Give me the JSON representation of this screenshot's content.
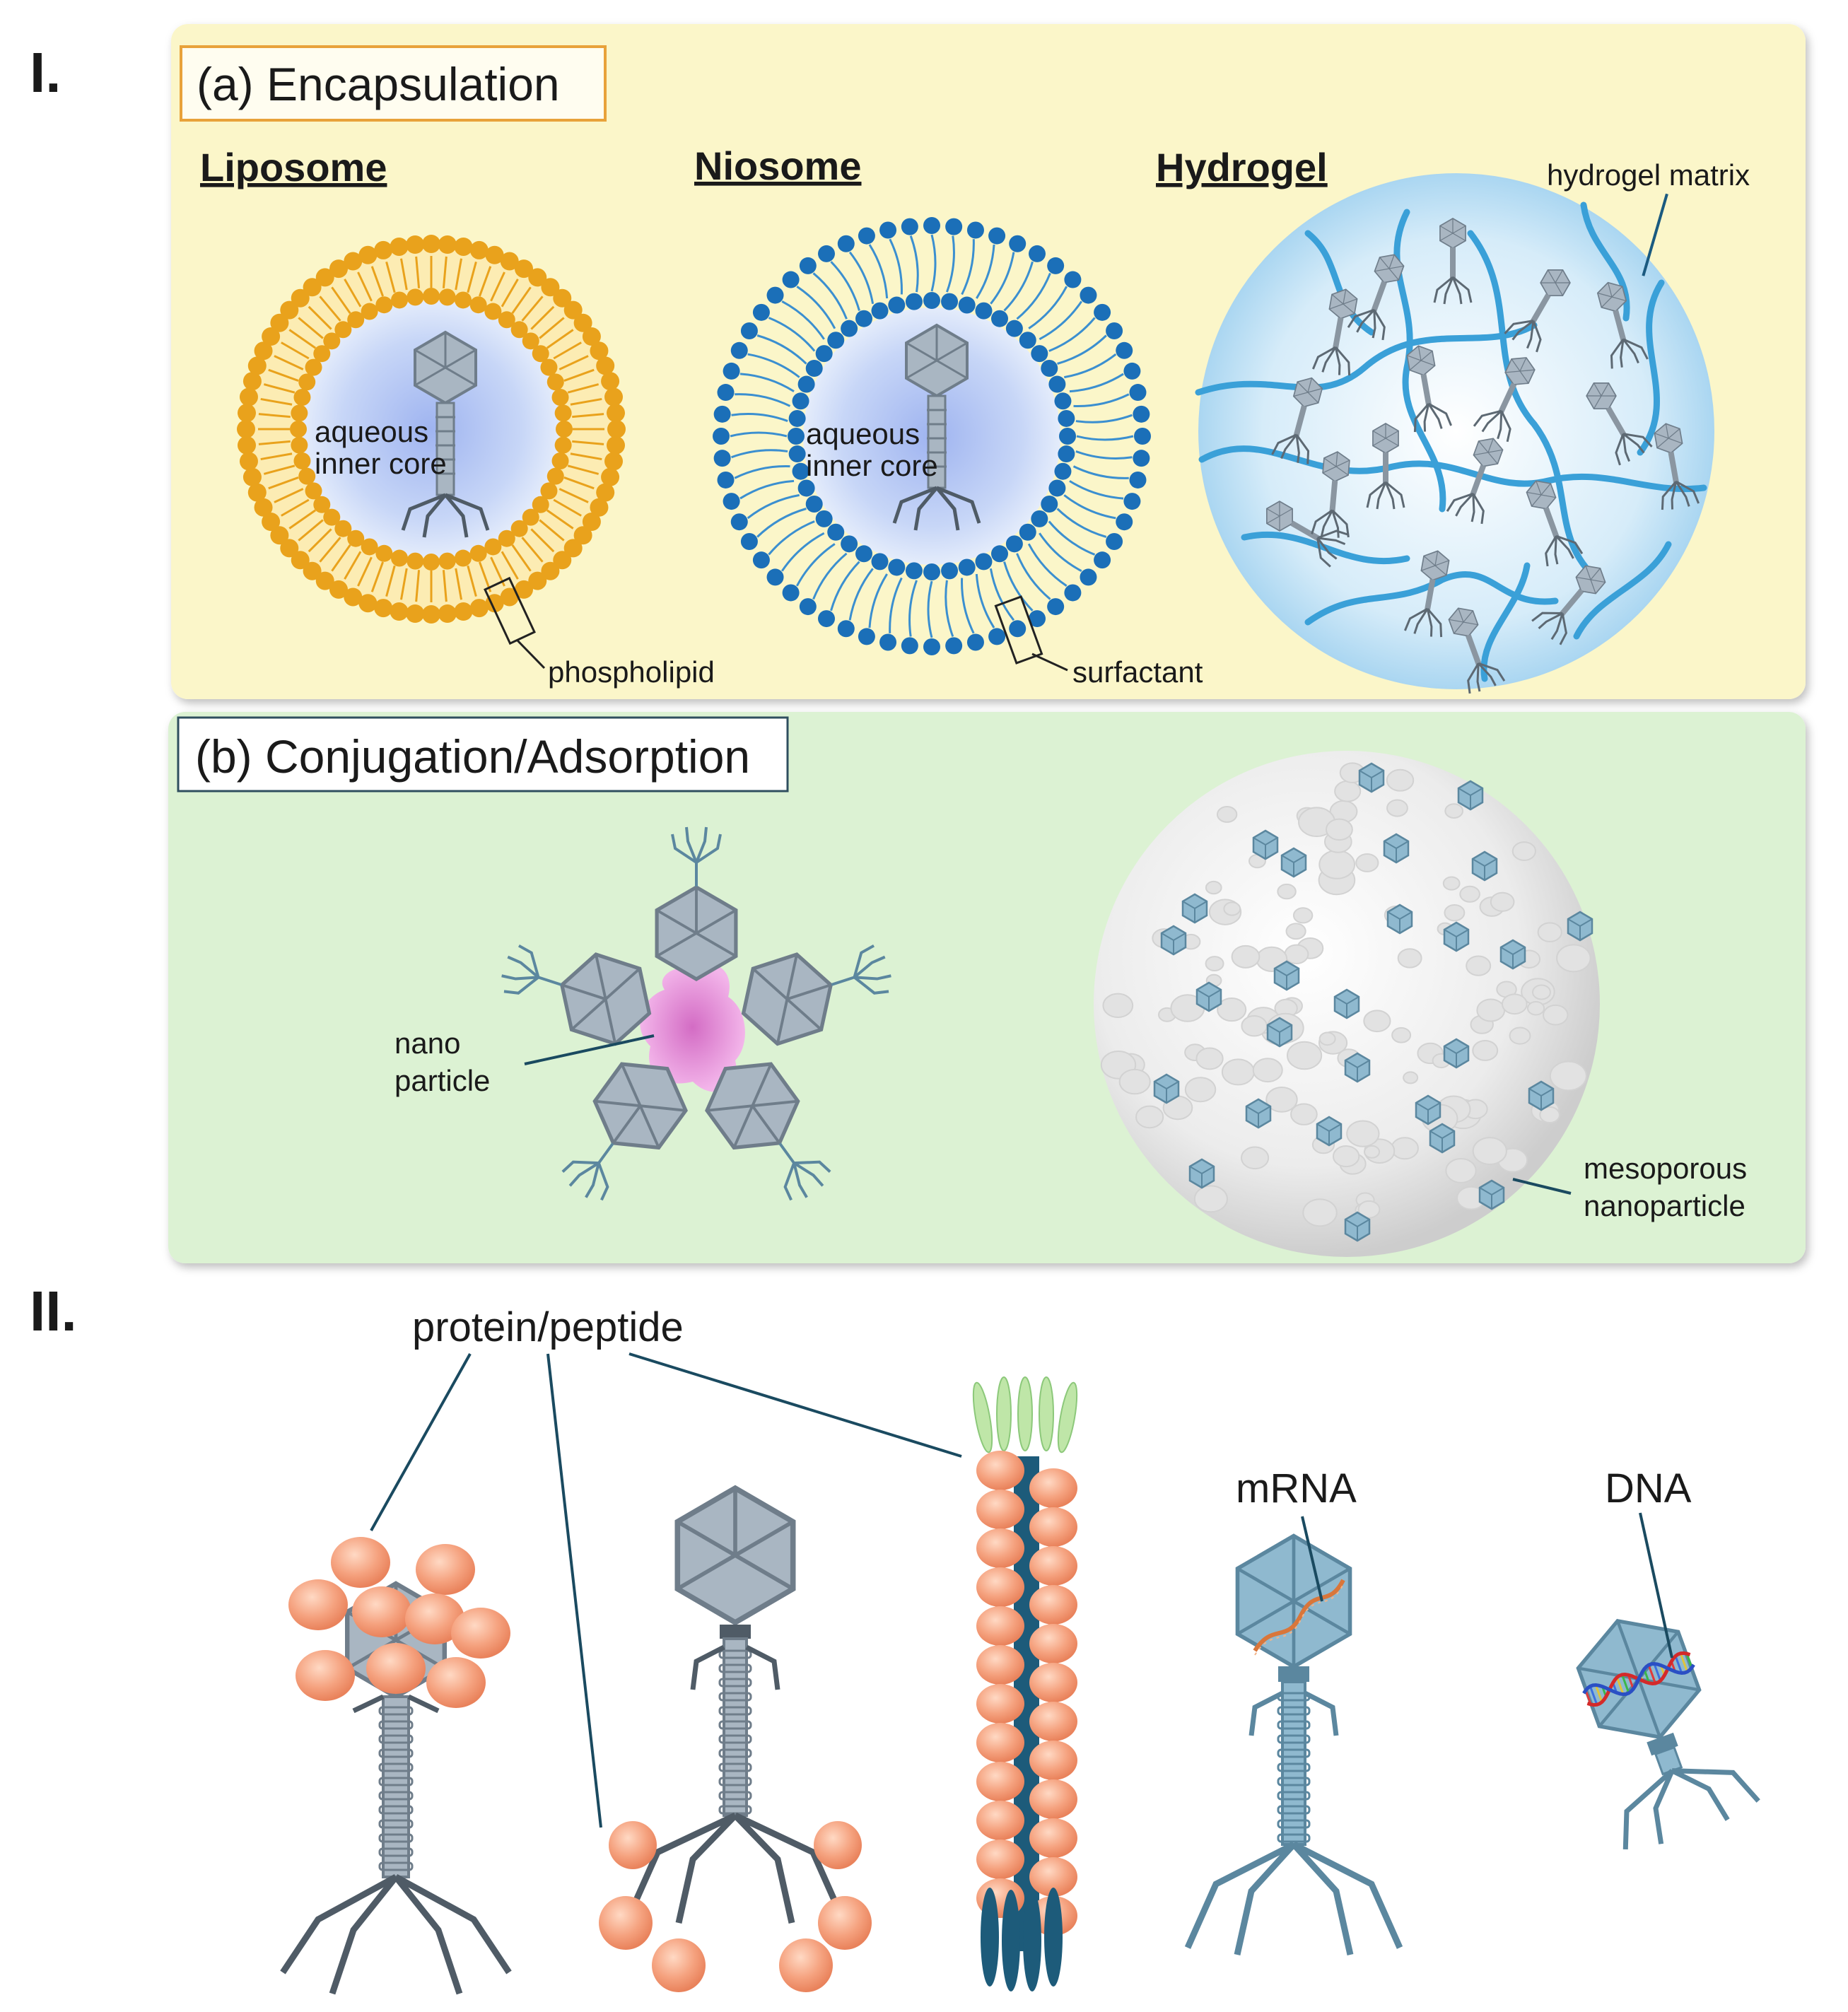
{
  "section_one": {
    "roman": "I.",
    "encapsulation": {
      "title": "(a) Encapsulation",
      "liposome": {
        "heading": "Liposome",
        "core_line1": "aqueous",
        "core_line2": "inner core",
        "membrane_label": "phospholipid"
      },
      "niosome": {
        "heading": "Niosome",
        "core_line1": "aqueous",
        "core_line2": "inner core",
        "membrane_label": "surfactant"
      },
      "hydrogel": {
        "heading": "Hydrogel",
        "matrix_label": "hydrogel matrix"
      }
    },
    "conjugation": {
      "title": "(b) Conjugation/Adsorption",
      "nanoparticle_line1": "nano",
      "nanoparticle_line2": "particle",
      "mesoporous_line1": "mesoporous",
      "mesoporous_line2": "nanoparticle"
    }
  },
  "section_two": {
    "roman": "II.",
    "protein_label": "protein/peptide",
    "mrna_label": "mRNA",
    "dna_label": "DNA"
  },
  "colors": {
    "encapsulation_bg": "#fbf6c9",
    "conjugation_bg": "#dcf2d3",
    "liposome": "#e9a21c",
    "niosome": "#1b6fb8",
    "hydrogel_strand": "#3aa0d8",
    "phage_gray": "#a9b6c2",
    "phage_blue": "#8fb9cf",
    "protein": "#f5a27f",
    "nano_pink": "#e48ad3"
  },
  "icons": [
    "phage-icon",
    "liposome-icon",
    "niosome-icon",
    "hydrogel-icon",
    "nanoparticle-icon",
    "filamentous-phage-icon",
    "mrna-icon",
    "dna-icon"
  ]
}
